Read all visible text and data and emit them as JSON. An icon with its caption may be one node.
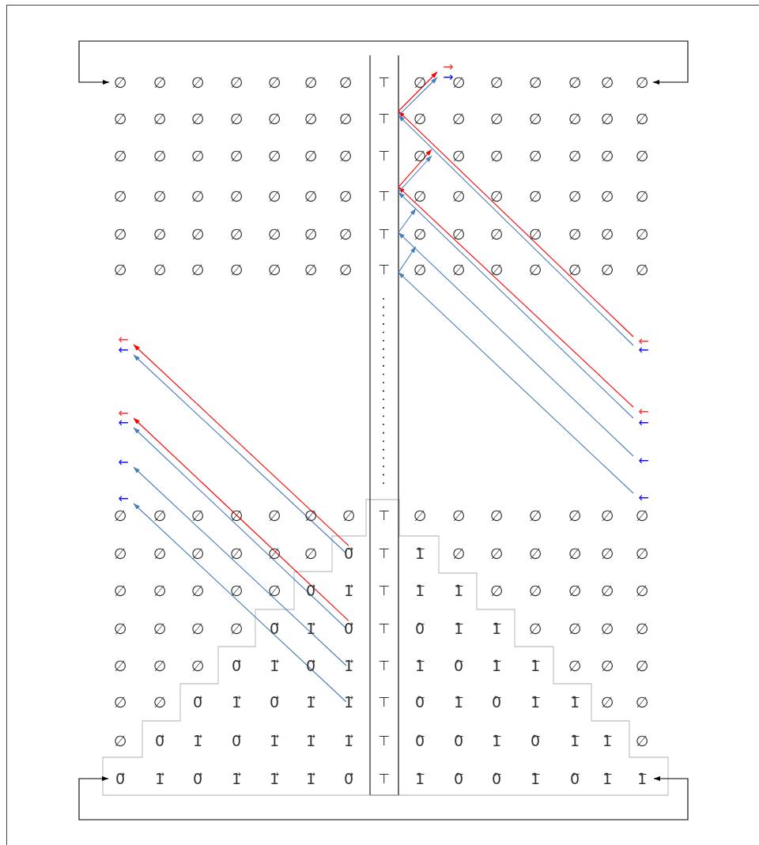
{
  "diagram": {
    "nodes": [
      {
        "text": [
          "→"
        ]
      },
      {
        "text": [
          "→"
        ]
      },
      {
        "text": [
          "∅"
        ]
      },
      {
        "text": [
          "∅"
        ]
      },
      {
        "text": [
          "⊤"
        ]
      },
      {
        "text": [
          "⊤"
        ]
      },
      {
        "text": [
          "⊤"
        ]
      },
      {
        "text": [
          "⊤"
        ]
      },
      {
        "text": [
          "⊤"
        ]
      },
      {
        "text": [
          "⊤"
        ]
      },
      {
        "text": [
          "←"
        ]
      },
      {
        "text": [
          "←"
        ]
      },
      {
        "text": [
          "←"
        ]
      },
      {
        "text": [
          "←"
        ]
      },
      {
        "text": [
          "←"
        ]
      },
      {
        "text": [
          "←"
        ]
      },
      {
        "text": [
          "←"
        ]
      },
      {
        "text": [
          "←"
        ]
      },
      {
        "text": [
          "←"
        ]
      },
      {
        "text": [
          "←"
        ]
      },
      {
        "text": [
          "←"
        ]
      },
      {
        "text": [
          "←"
        ]
      },
      {
        "text": [
          "⊤"
        ]
      },
      {
        "text": [
          "⊤"
        ]
      },
      {
        "text": [
          "⊤"
        ]
      },
      {
        "text": [
          "⊤"
        ]
      },
      {
        "text": [
          "⊤"
        ]
      },
      {
        "text": [
          "⊤"
        ]
      },
      {
        "text": [
          "⊤"
        ]
      },
      {
        "text": [
          "⊤"
        ]
      },
      {
        "text": [
          "0⃗"
        ]
      },
      {
        "text": [
          "0⃗"
        ]
      },
      {
        "text": [
          "1⃗"
        ]
      },
      {
        "text": [
          "1⃗"
        ]
      },
      {
        "text": [
          "0⃗"
        ]
      },
      {
        "text": [
          "1⃖"
        ]
      },
      {
        "text": [
          "∅"
        ]
      },
      {
        "text": [
          "∅"
        ]
      },
      {
        "text": [
          "∅"
        ]
      }
    ],
    "edges": [
      {
        "from": 2,
        "to": 3,
        "arrow": "both",
        "color": "#000000"
      },
      {
        "from": 34,
        "to": 35,
        "arrow": "both",
        "color": "#000000"
      },
      {
        "from": 30,
        "to": 10,
        "arrow": "to",
        "color": "#ff0000"
      },
      {
        "from": 30,
        "to": 11,
        "arrow": "to"
      },
      {
        "from": 31,
        "to": 12,
        "arrow": "to",
        "color": "#ff0000"
      },
      {
        "from": 31,
        "to": 13,
        "arrow": "to"
      },
      {
        "from": 32,
        "to": 14,
        "arrow": "to"
      },
      {
        "from": 33,
        "to": 15,
        "arrow": "to"
      },
      {
        "from": 16,
        "to": 5,
        "arrow": "to",
        "color": "#ff0000"
      },
      {
        "from": 17,
        "to": 5,
        "arrow": "to"
      },
      {
        "from": 18,
        "to": 7,
        "arrow": "to",
        "color": "#ff0000"
      },
      {
        "from": 19,
        "to": 7,
        "arrow": "to"
      },
      {
        "from": 20,
        "to": 8,
        "arrow": "to"
      },
      {
        "from": 21,
        "to": 9,
        "arrow": "to"
      },
      {
        "from": 5,
        "to": 0,
        "arrow": "to",
        "color": "#ff0000"
      },
      {
        "from": 5,
        "to": 1,
        "arrow": "to"
      },
      {
        "from": 7,
        "to": 36,
        "arrow": "to",
        "color": "#ff0000"
      },
      {
        "from": 7,
        "to": 36,
        "arrow": "to"
      },
      {
        "from": 8,
        "to": 37,
        "arrow": "to"
      },
      {
        "from": 9,
        "to": 38,
        "arrow": "to"
      }
    ],
    "labels": [
      "∅",
      "∅",
      "∅",
      "∅",
      "∅",
      "∅",
      "∅",
      "∅",
      "∅",
      "∅",
      "∅",
      "∅",
      "∅",
      "∅",
      "∅",
      "∅",
      "∅",
      "∅",
      "∅",
      "∅",
      "∅",
      "∅",
      "∅",
      "∅",
      "∅",
      "∅",
      "∅",
      "∅",
      "∅",
      "∅",
      "∅",
      "∅",
      "∅",
      "∅",
      "∅",
      "∅",
      "∅",
      "∅",
      "∅",
      "∅",
      "∅",
      "∅",
      "∅",
      "∅",
      "∅",
      "∅",
      "∅",
      "∅",
      "∅",
      "∅",
      "∅",
      "∅",
      "∅",
      "∅",
      "∅",
      "∅",
      "∅",
      "∅",
      "∅",
      "∅",
      "∅",
      "∅",
      "∅",
      "∅",
      "∅",
      "∅",
      "∅",
      "∅",
      "∅",
      "∅",
      "∅",
      "∅",
      "∅",
      "∅",
      "∅",
      "∅",
      "∅",
      "∅",
      "∅",
      "∅",
      "∅",
      "∅",
      "∅",
      "∅",
      "∅",
      "∅",
      "∅",
      "∅",
      "∅",
      "∅",
      "∅",
      "∅",
      "∅",
      "∅",
      "∅",
      "∅",
      "∅",
      "∅",
      "∅",
      "1⃖",
      "∅",
      "∅",
      "∅",
      "∅",
      "∅",
      "∅",
      "∅",
      "∅",
      "∅",
      "∅",
      "∅",
      "0⃗",
      "1⃗",
      "1⃖",
      "1⃖",
      "∅",
      "∅",
      "∅",
      "∅",
      "∅",
      "∅",
      "∅",
      "∅",
      "∅",
      "0⃗",
      "1⃗",
      "0⃖",
      "1⃖",
      "1⃖",
      "∅",
      "∅",
      "∅",
      "∅",
      "∅",
      "∅",
      "∅",
      "0⃗",
      "1⃗",
      "0⃗",
      "1⃖",
      "0⃖",
      "1⃖",
      "1⃖",
      "∅",
      "∅",
      "∅",
      "∅",
      "∅",
      "0⃗",
      "1⃗",
      "0⃗",
      "1⃗",
      "0⃖",
      "1⃖",
      "0⃖",
      "1⃖",
      "1⃖",
      "∅",
      "∅",
      "∅",
      "0⃗",
      "1⃗",
      "0⃗",
      "1⃗",
      "1⃗",
      "1⃗",
      "0⃖",
      "0⃖",
      "1⃖",
      "0⃖",
      "1⃖",
      "1⃖",
      "∅",
      "1⃗",
      "0⃗",
      "1⃗",
      "1⃗",
      "1⃗",
      "0⃗",
      "1⃖",
      "0⃖",
      "0⃖",
      "1⃖",
      "0⃖",
      "1⃖"
    ]
  }
}
